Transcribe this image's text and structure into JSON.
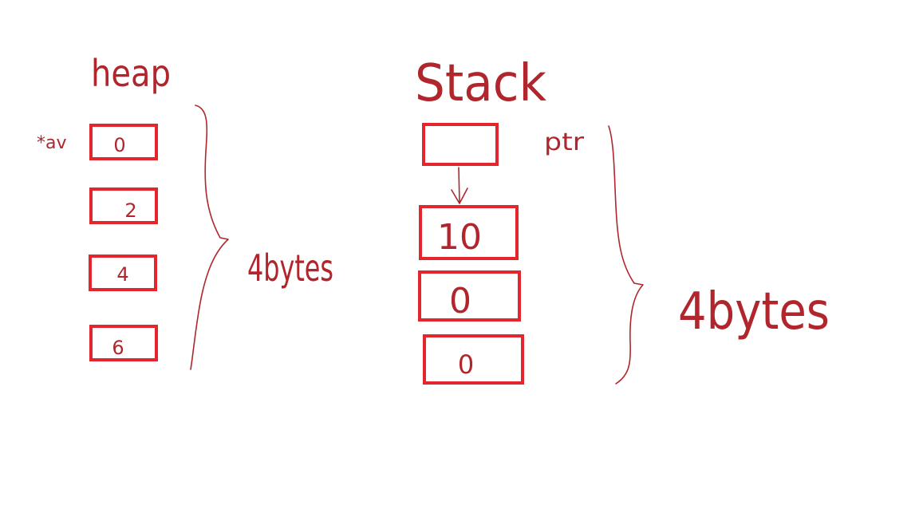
{
  "colors": {
    "box_stroke": "#e3262b",
    "ink": "#b0262c",
    "background": "#ffffff"
  },
  "heap": {
    "title": "heap",
    "pointer_label": "*av",
    "cells": [
      "0",
      "2",
      "4",
      "6"
    ],
    "size_label": "4bytes"
  },
  "stack": {
    "title": "Stack",
    "pointer_label": "ptr",
    "pointer_cell": "",
    "cells": [
      "10",
      "0",
      "0"
    ],
    "size_label": "4bytes"
  }
}
